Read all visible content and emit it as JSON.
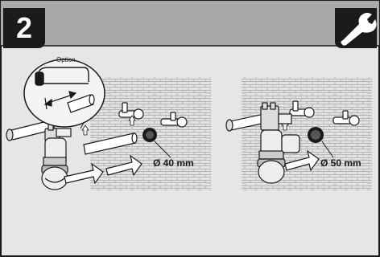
{
  "header": {
    "step_number": "2",
    "tool_icon": "wrench-icon"
  },
  "panel_left": {
    "option_label": "Option",
    "diameter_label": "Ø 40 mm"
  },
  "panel_right": {
    "diameter_label": "Ø 50 mm"
  },
  "colors": {
    "header_bar": "#a9a9a9",
    "panel_bg": "#e6e6e6",
    "badge": "#1a1a1a",
    "brick": "#bdbdbd",
    "arrow": "#ffffff",
    "outline": "#1a1a1a"
  }
}
